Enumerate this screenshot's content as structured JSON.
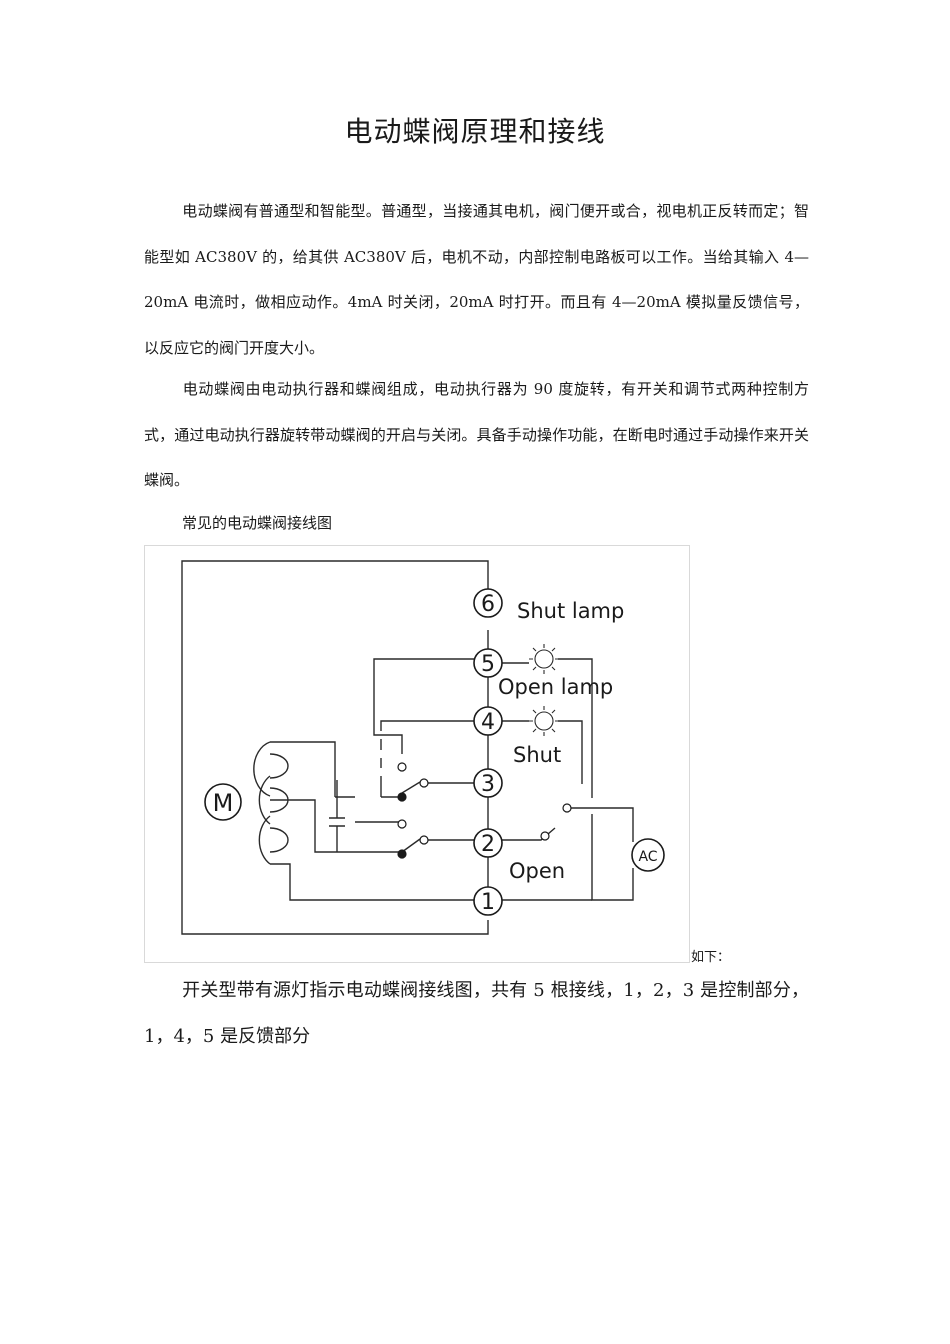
{
  "document": {
    "title": "电动蝶阀原理和接线",
    "paragraphs": [
      "电动蝶阀有普通型和智能型。普通型，当接通其电机，阀门便开或合，视电机正反转而定；智能型如 AC380V 的，给其供 AC380V 后，电机不动，内部控制电路板可以工作。当给其输入 4—20mA 电流时，做相应动作。4mA 时关闭，20mA 时打开。而且有 4—20mA 模拟量反馈信号，以反应它的阀门开度大小。",
      "电动蝶阀由电动执行器和蝶阀组成，电动执行器为 90 度旋转，有开关和调节式两种控制方式，通过电动执行器旋转带动蝶阀的开启与关闭。具备手动操作功能，在断电时通过手动操作来开关蝶阀。"
    ],
    "figure_caption": "常见的电动蝶阀接线图",
    "figure_suffix": "如下：",
    "closing_paragraph": "开关型带有源灯指示电动蝶阀接线图，共有 5 根接线，1，2，3 是控制部分，1，4，5 是反馈部分"
  },
  "diagram": {
    "terminals": [
      "1",
      "2",
      "3",
      "4",
      "5",
      "6"
    ],
    "labels": {
      "shut_lamp": "Shut lamp",
      "open_lamp": "Open lamp",
      "shut": "Shut",
      "open": "Open",
      "motor": "M",
      "power": "AC"
    }
  }
}
